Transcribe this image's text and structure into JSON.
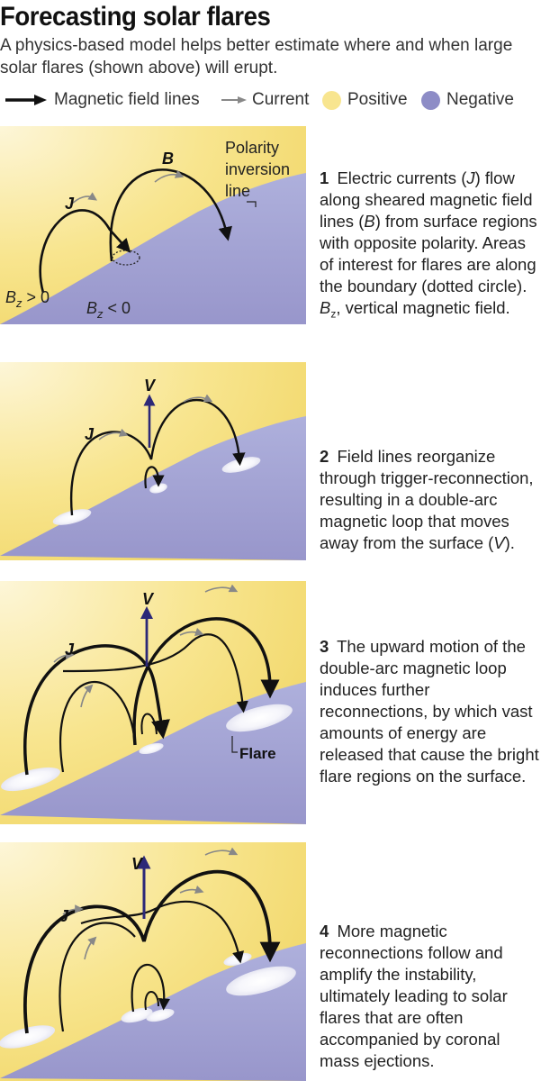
{
  "header": {
    "title": "Forecasting solar flares",
    "subtitle": "A physics-based model helps better estimate where and when large solar flares (shown above) will erupt."
  },
  "legend": {
    "field_lines": "Magnetic field lines",
    "current": "Current",
    "positive": "Positive",
    "negative": "Negative"
  },
  "colors": {
    "positive": "#f8e58f",
    "negative": "#8d8cc6",
    "field_line": "#111111",
    "current": "#8a8a8a",
    "velocity": "#2c2878"
  },
  "panels": [
    {
      "number": "1",
      "text_parts": [
        "Electric currents (",
        "J",
        ") flow along sheared magnetic field lines (",
        "B",
        ") from surface regions with opposite polarity. Areas of interest for flares are along the boundary (dotted circle). ",
        "B",
        "z",
        ", vertical magnetic field."
      ],
      "labels": {
        "B": "B",
        "J": "J",
        "polarity_inversion": [
          "Polarity",
          "inversion",
          "line"
        ],
        "bz_pos": "B",
        "bz_pos_sub": "z",
        "bz_pos_rel": " > 0",
        "bz_neg": "B",
        "bz_neg_sub": "z",
        "bz_neg_rel": " < 0"
      }
    },
    {
      "number": "2",
      "text_parts": [
        "Field lines reorganize through trigger-reconnection, resulting in a double-arc magnetic loop that moves away from the surface (",
        "V",
        ")."
      ],
      "labels": {
        "V": "V",
        "J": "J"
      }
    },
    {
      "number": "3",
      "text_parts": [
        "The upward motion of the double-arc magnetic loop induces further reconnections, by which vast amounts of energy are released that cause the bright flare regions on the surface."
      ],
      "labels": {
        "V": "V",
        "J": "J",
        "flare": "Flare"
      }
    },
    {
      "number": "4",
      "text_parts": [
        "More magnetic reconnections follow and amplify the instability, ultimately leading to solar flares that are often accompanied by coronal mass ejections."
      ],
      "labels": {
        "V": "V",
        "J": "J"
      }
    }
  ]
}
